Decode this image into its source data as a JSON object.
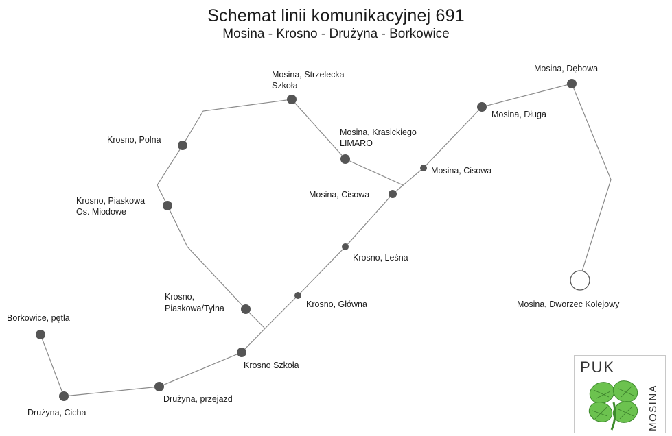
{
  "header": {
    "title": "Schemat linii komunikacyjnej 691",
    "subtitle": "Mosina - Krosno - Drużyna - Borkowice"
  },
  "stops": {
    "strzelecka": [
      "Mosina, Strzelecka",
      "Szkoła"
    ],
    "polna": [
      "Krosno, Polna"
    ],
    "piaskowa_miodowe": [
      "Krosno, Piaskowa",
      "Os. Miodowe"
    ],
    "piaskowa_tylna": [
      "Krosno,",
      "Piaskowa/Tylna"
    ],
    "borkowice": [
      "Borkowice, pętla"
    ],
    "druzyna_cicha": [
      "Drużyna, Cicha"
    ],
    "druzyna_przejazd": [
      "Drużyna, przejazd"
    ],
    "krosno_szkola": [
      "Krosno Szkoła"
    ],
    "krosno_glowna": [
      "Krosno, Główna"
    ],
    "krosno_lesna": [
      "Krosno, Leśna"
    ],
    "cisowa_west": [
      "Mosina, Cisowa"
    ],
    "cisowa_east": [
      "Mosina, Cisowa"
    ],
    "krasickiego": [
      "Mosina, Krasickiego",
      "LIMARO"
    ],
    "dluga": [
      "Mosina, Długa"
    ],
    "debowa": [
      "Mosina, Dębowa"
    ],
    "dworzec": [
      "Mosina, Dworzec Kolejowy"
    ]
  },
  "logo": {
    "main_text": "PUK",
    "side_text": "MOSINA",
    "icon": "clover-icon",
    "color": "#5fb84a"
  },
  "colors": {
    "line": "#8a8a8a",
    "stop": "#555555"
  }
}
